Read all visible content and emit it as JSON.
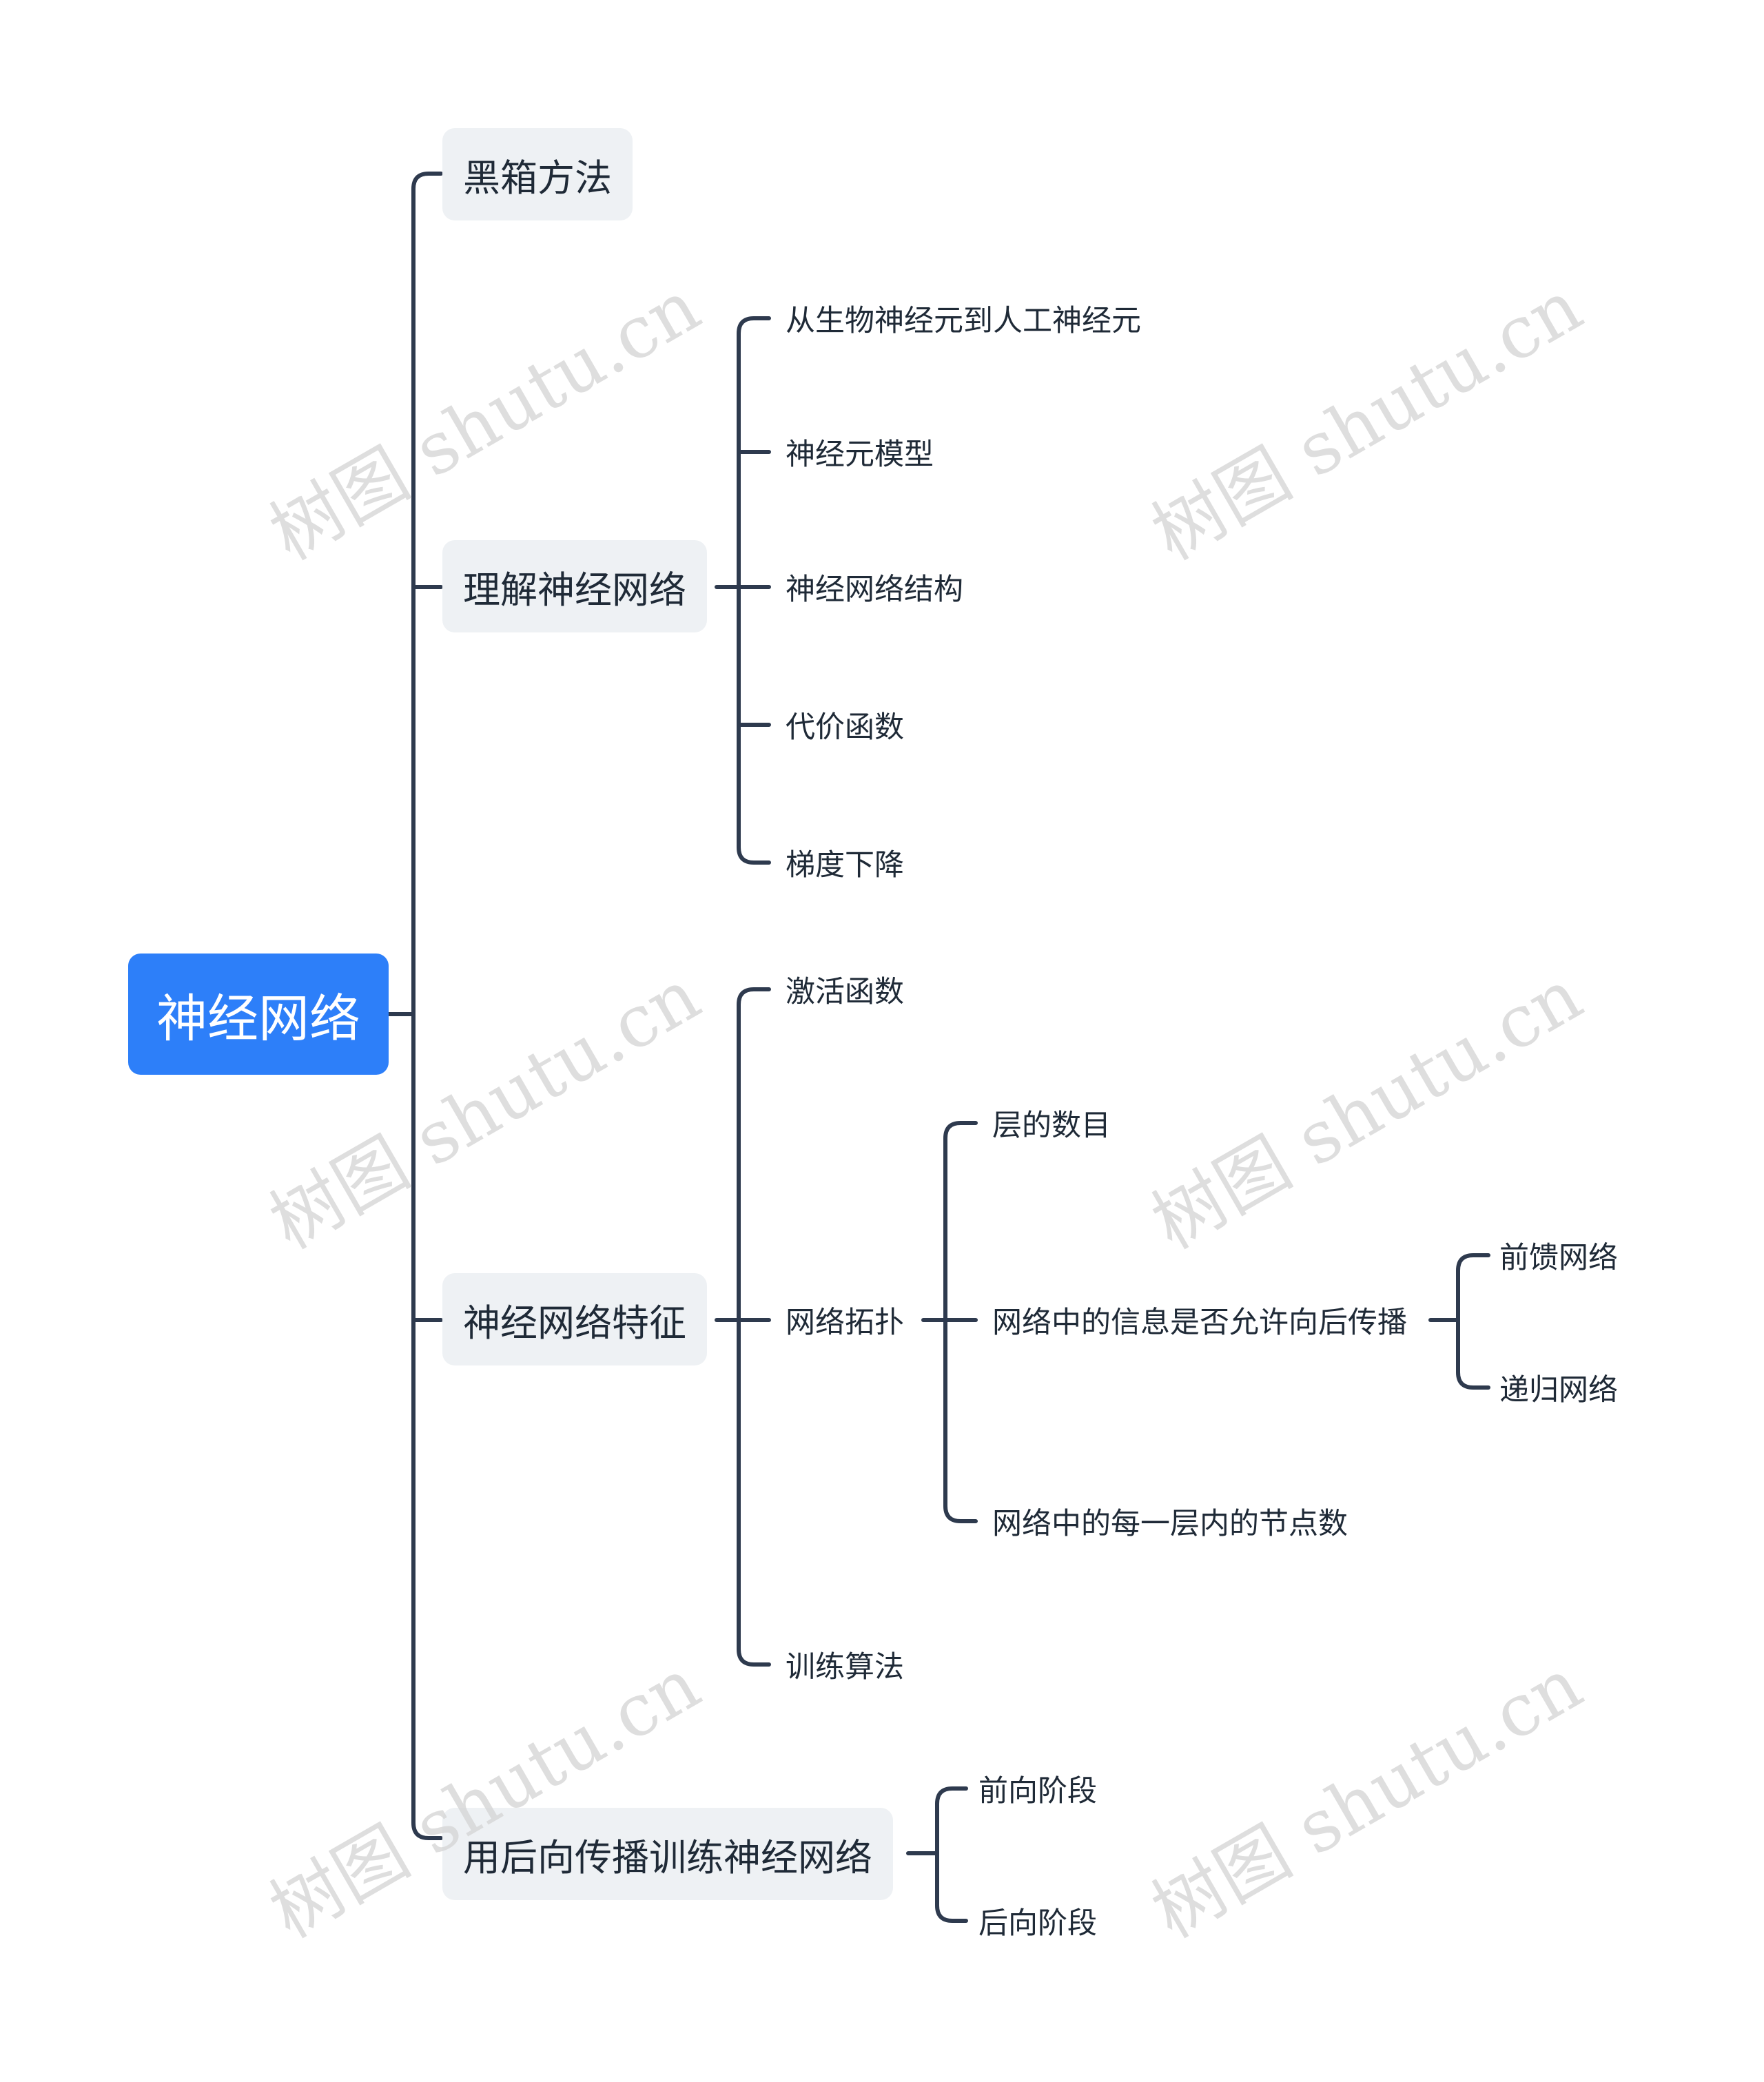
{
  "root": {
    "label": "神经网络"
  },
  "branches": {
    "black_box": {
      "label": "黑箱方法"
    },
    "understand": {
      "label": "理解神经网络",
      "children": [
        "从生物神经元到人工神经元",
        "神经元模型",
        "神经网络结构",
        "代价函数",
        "梯度下降"
      ]
    },
    "features": {
      "label": "神经网络特征",
      "activation": "激活函数",
      "topology": {
        "label": "网络拓扑",
        "layers": "层的数目",
        "backprop_question": {
          "label": "网络中的信息是否允许向后传播",
          "children": [
            "前馈网络",
            "递归网络"
          ]
        },
        "nodes_per_layer": "网络中的每一层内的节点数"
      },
      "training": "训练算法"
    },
    "backprop_training": {
      "label": "用后向传播训练神经网络",
      "children": [
        "前向阶段",
        "后向阶段"
      ]
    }
  },
  "watermark": "树图 shutu.cn",
  "colors": {
    "root_fill": "#2d7ff9",
    "branch_fill": "#eef1f4",
    "connector": "#2e3a4e",
    "text": "#1f2a37",
    "watermark": "#d4d4d4"
  }
}
